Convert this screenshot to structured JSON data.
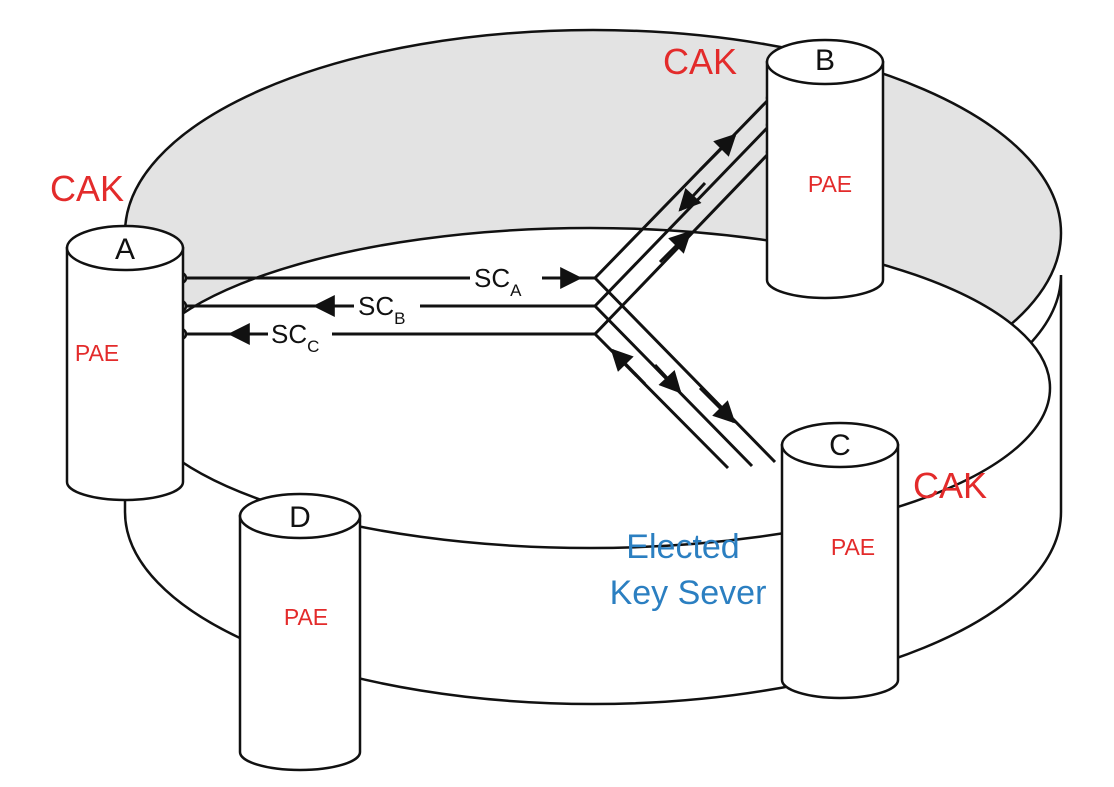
{
  "colors": {
    "cak": "#e32b2b",
    "pae": "#e32b2b",
    "key_server": "#2b7fc1",
    "inner_shade": "#e3e3e3",
    "stroke": "#111111"
  },
  "nodes": {
    "A": {
      "letter": "A",
      "cak": "CAK",
      "pae": "PAE"
    },
    "B": {
      "letter": "B",
      "cak": "CAK",
      "pae": "PAE"
    },
    "C": {
      "letter": "C",
      "cak": "CAK",
      "pae": "PAE"
    },
    "D": {
      "letter": "D",
      "pae": "PAE"
    }
  },
  "channels": {
    "a": {
      "prefix": "SC",
      "sub": "A"
    },
    "b": {
      "prefix": "SC",
      "sub": "B"
    },
    "c": {
      "prefix": "SC",
      "sub": "C"
    }
  },
  "key_server": {
    "line1": "Elected",
    "line2": "Key Sever"
  }
}
